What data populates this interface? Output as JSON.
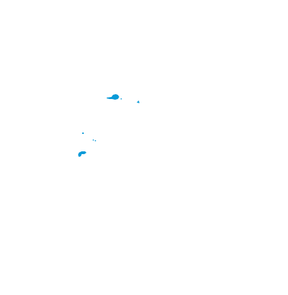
{
  "map": {
    "background_color": "#ffffff",
    "feature_color": "#0a9ad8",
    "features": [
      "island-cluster-upper",
      "islet-upper-right",
      "islet-middle-left",
      "islet-middle",
      "island-lower-left"
    ]
  }
}
